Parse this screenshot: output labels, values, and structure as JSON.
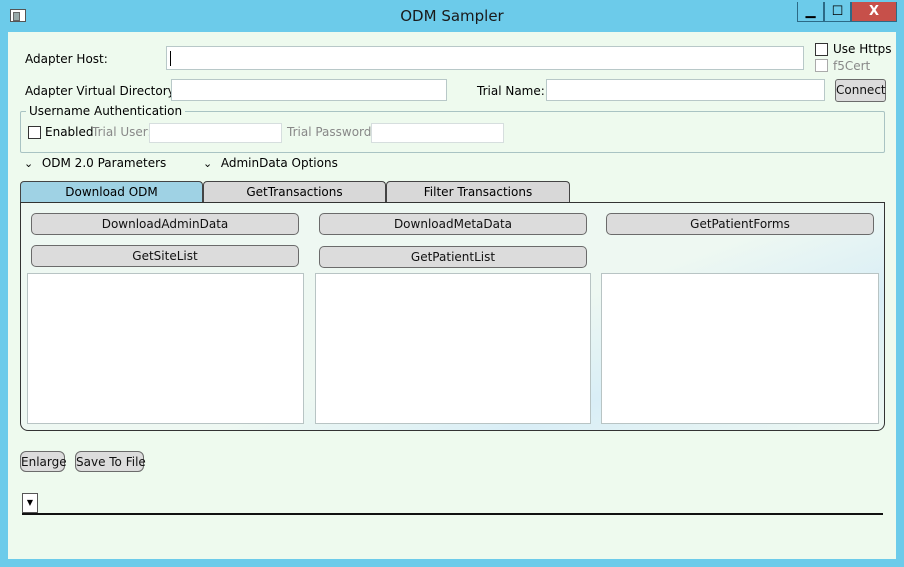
{
  "window": {
    "title": "ODM Sampler",
    "controls": {
      "minimize": "▁",
      "maximize": "☐",
      "close": "X"
    }
  },
  "connection": {
    "adapter_host_label": "Adapter Host:",
    "adapter_host_value": "",
    "use_https_label": "Use Https",
    "f5cert_label": "f5Cert",
    "virtual_dir_label": "Adapter Virtual Directory:",
    "virtual_dir_value": "",
    "trial_name_label": "Trial Name:",
    "trial_name_value": "",
    "connect_label": "Connect"
  },
  "auth": {
    "group_title": "Username Authentication",
    "enabled_label": "Enabled",
    "trial_user_label": "Trial User:",
    "trial_user_value": "",
    "trial_password_label": "Trial Password:",
    "trial_password_value": ""
  },
  "expanders": {
    "odm_params": "ODM 2.0 Parameters",
    "admindata_options": "AdminData Options",
    "chevron": "⌄"
  },
  "tabs": [
    {
      "label": "Download ODM",
      "active": true
    },
    {
      "label": "GetTransactions",
      "active": false
    },
    {
      "label": "Filter Transactions",
      "active": false
    }
  ],
  "download_odm": {
    "buttons": {
      "download_admin_data": "DownloadAdminData",
      "download_meta_data": "DownloadMetaData",
      "get_patient_forms": "GetPatientForms",
      "get_site_list": "GetSiteList",
      "get_patient_list": "GetPatientList"
    }
  },
  "footer": {
    "enlarge_label": "Enlarge",
    "save_to_file_label": "Save To File",
    "combo_arrow": "▼"
  }
}
